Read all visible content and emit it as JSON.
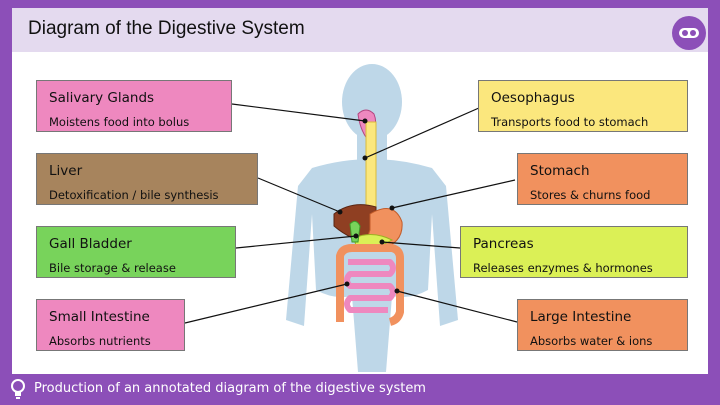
{
  "header": {
    "title": "Diagram of the Digestive System"
  },
  "labels": {
    "salivary": {
      "name": "Salivary Glands",
      "desc": "Moistens food into bolus"
    },
    "liver": {
      "name": "Liver",
      "desc": "Detoxification / bile synthesis"
    },
    "gall": {
      "name": "Gall Bladder",
      "desc": "Bile storage & release"
    },
    "small": {
      "name": "Small Intestine",
      "desc": "Absorbs nutrients"
    },
    "oesophagus": {
      "name": "Oesophagus",
      "desc": "Transports food to stomach"
    },
    "stomach": {
      "name": "Stomach",
      "desc": "Stores & churns food"
    },
    "pancreas": {
      "name": "Pancreas",
      "desc": "Releases enzymes & hormones"
    },
    "large": {
      "name": "Large Intestine",
      "desc": "Absorbs water & ions"
    }
  },
  "footer": {
    "caption": "Production of an annotated diagram of the digestive system"
  },
  "colors": {
    "frame": "#8c4fb8",
    "salivary": "#ee88bf",
    "liver": "#a7845d",
    "gall": "#78d35b",
    "small": "#ee88bf",
    "oesophagus": "#fbe77d",
    "stomach": "#f1915e",
    "pancreas": "#dbf056",
    "large": "#f1915e"
  },
  "icons": {
    "logo": "eyes-logo-icon",
    "footer": "lightbulb-icon"
  }
}
